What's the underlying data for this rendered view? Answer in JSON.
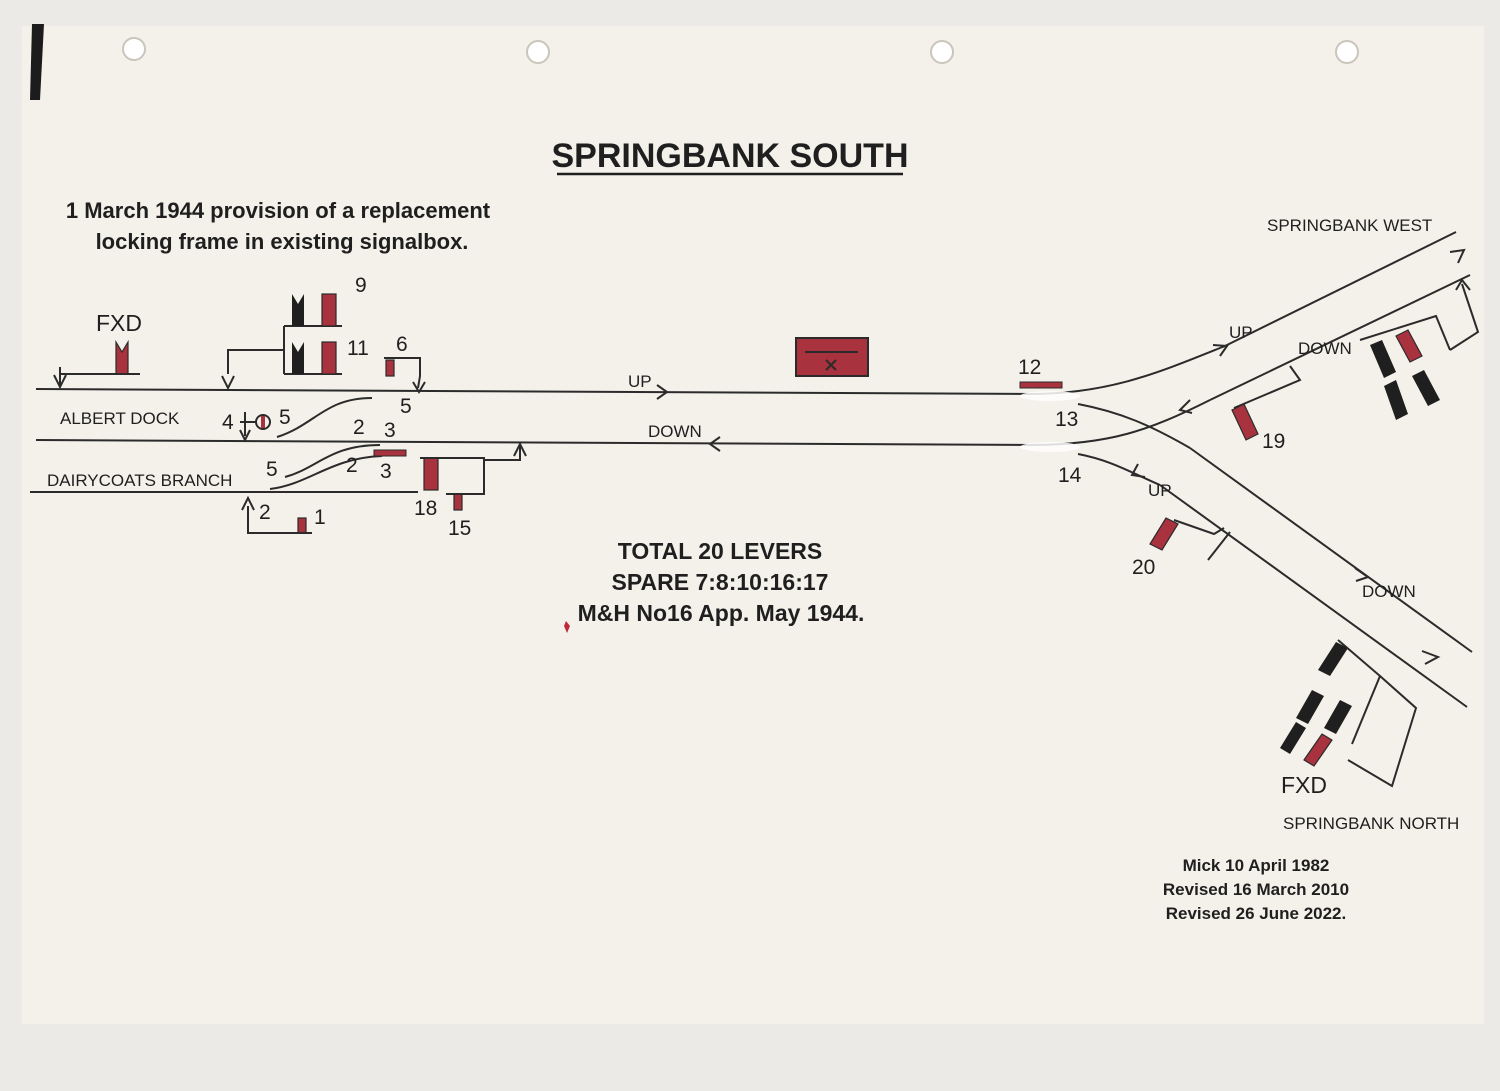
{
  "title": "SPRINGBANK SOUTH",
  "intro": {
    "line1": "1 March 1944 provision of a replacement",
    "line2": "locking frame in existing signalbox."
  },
  "places": {
    "springbank_west": "SPRINGBANK WEST",
    "springbank_north": "SPRINGBANK NORTH",
    "albert_dock": "ALBERT DOCK",
    "dairycoats_branch": "DAIRYCOATS BRANCH"
  },
  "lines": {
    "up": "UP",
    "down": "DOWN"
  },
  "fxd": "FXD",
  "levers": {
    "l1": "1",
    "l2": "2",
    "l2b": "2",
    "l3": "3",
    "l3b": "3",
    "l4": "4",
    "l5a": "5",
    "l5b": "5",
    "l5c": "5",
    "l6": "6",
    "l9": "9",
    "l11": "11",
    "l12": "12",
    "l13": "13",
    "l14": "14",
    "l15": "15",
    "l18": "18",
    "l19": "19",
    "l20": "20"
  },
  "summary": {
    "total": "TOTAL 20 LEVERS",
    "spare": "SPARE 7:8:10:16:17",
    "approval": "M&H No16 App. May 1944."
  },
  "credits": {
    "line1": "Mick 10 April 1982",
    "line2": "Revised 16 March 2010",
    "line3": "Revised 26 June 2022."
  },
  "colors": {
    "paper": "#f4f1ea",
    "border": "#eceae6",
    "ink": "#2b2b2b",
    "signal_red": "#a8323e",
    "signal_black": "#1f1f1f"
  }
}
